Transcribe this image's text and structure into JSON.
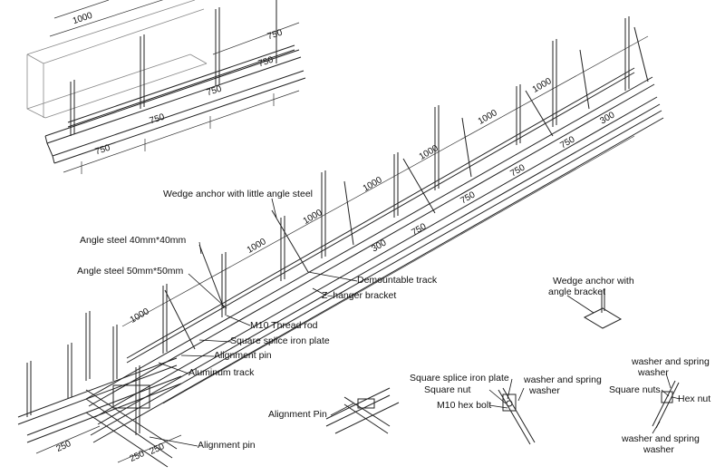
{
  "labels": {
    "wedge_anchor_little": "Wedge anchor with little angle steel",
    "angle_40": "Angle steel 40mm*40mm",
    "angle_50": "Angle steel 50mm*50mm",
    "demountable_track": "Demountable track",
    "z_hanger": "Z–hanger bracket",
    "m10_thread_rod": "M10 Thread rod",
    "square_splice_plate": "Square splice iron plate",
    "alignment_pin": "Alignment pin",
    "aluminum_track": "Aluminum track",
    "wedge_anchor_angle_line1": "Wedge anchor with",
    "wedge_anchor_angle_line2": "angle bracket",
    "detail_alignment_pin": "Alignment Pin",
    "detail_alignment_pin_bottom": "Alignment pin",
    "detail_splice_plate": "Square splice iron plate",
    "detail_square_nut": "Square nut",
    "detail_m10_hex_bolt": "M10 hex bolt",
    "detail_washer_spring_1a": "washer and spring",
    "detail_washer_spring_1b": "washer",
    "detail_washer_spring_2a": "washer and spring",
    "detail_washer_spring_2b": "washer",
    "detail_square_nuts": "Square nuts",
    "detail_hex_nut": "Hex nut",
    "detail_washer_spring_3a": "washer and spring",
    "detail_washer_spring_3b": "washer"
  },
  "dimensions": {
    "top_1000": "1000",
    "top_750_a": "750",
    "top_750_b": "750",
    "top_750_c": "750",
    "top_750_d": "750",
    "top_750_e": "750",
    "main_1000_a": "1000",
    "main_1000_b": "1000",
    "main_1000_c": "1000",
    "main_1000_d": "1000",
    "main_1000_e": "1000",
    "main_1000_f": "1000",
    "main_1000_g": "1000",
    "main_750_a": "750",
    "main_750_b": "750",
    "main_750_c": "750",
    "main_750_d": "750",
    "main_300_a": "300",
    "main_300_b": "300",
    "corner_250_a": "250",
    "corner_250_b": "250",
    "corner_250_c": "250"
  }
}
